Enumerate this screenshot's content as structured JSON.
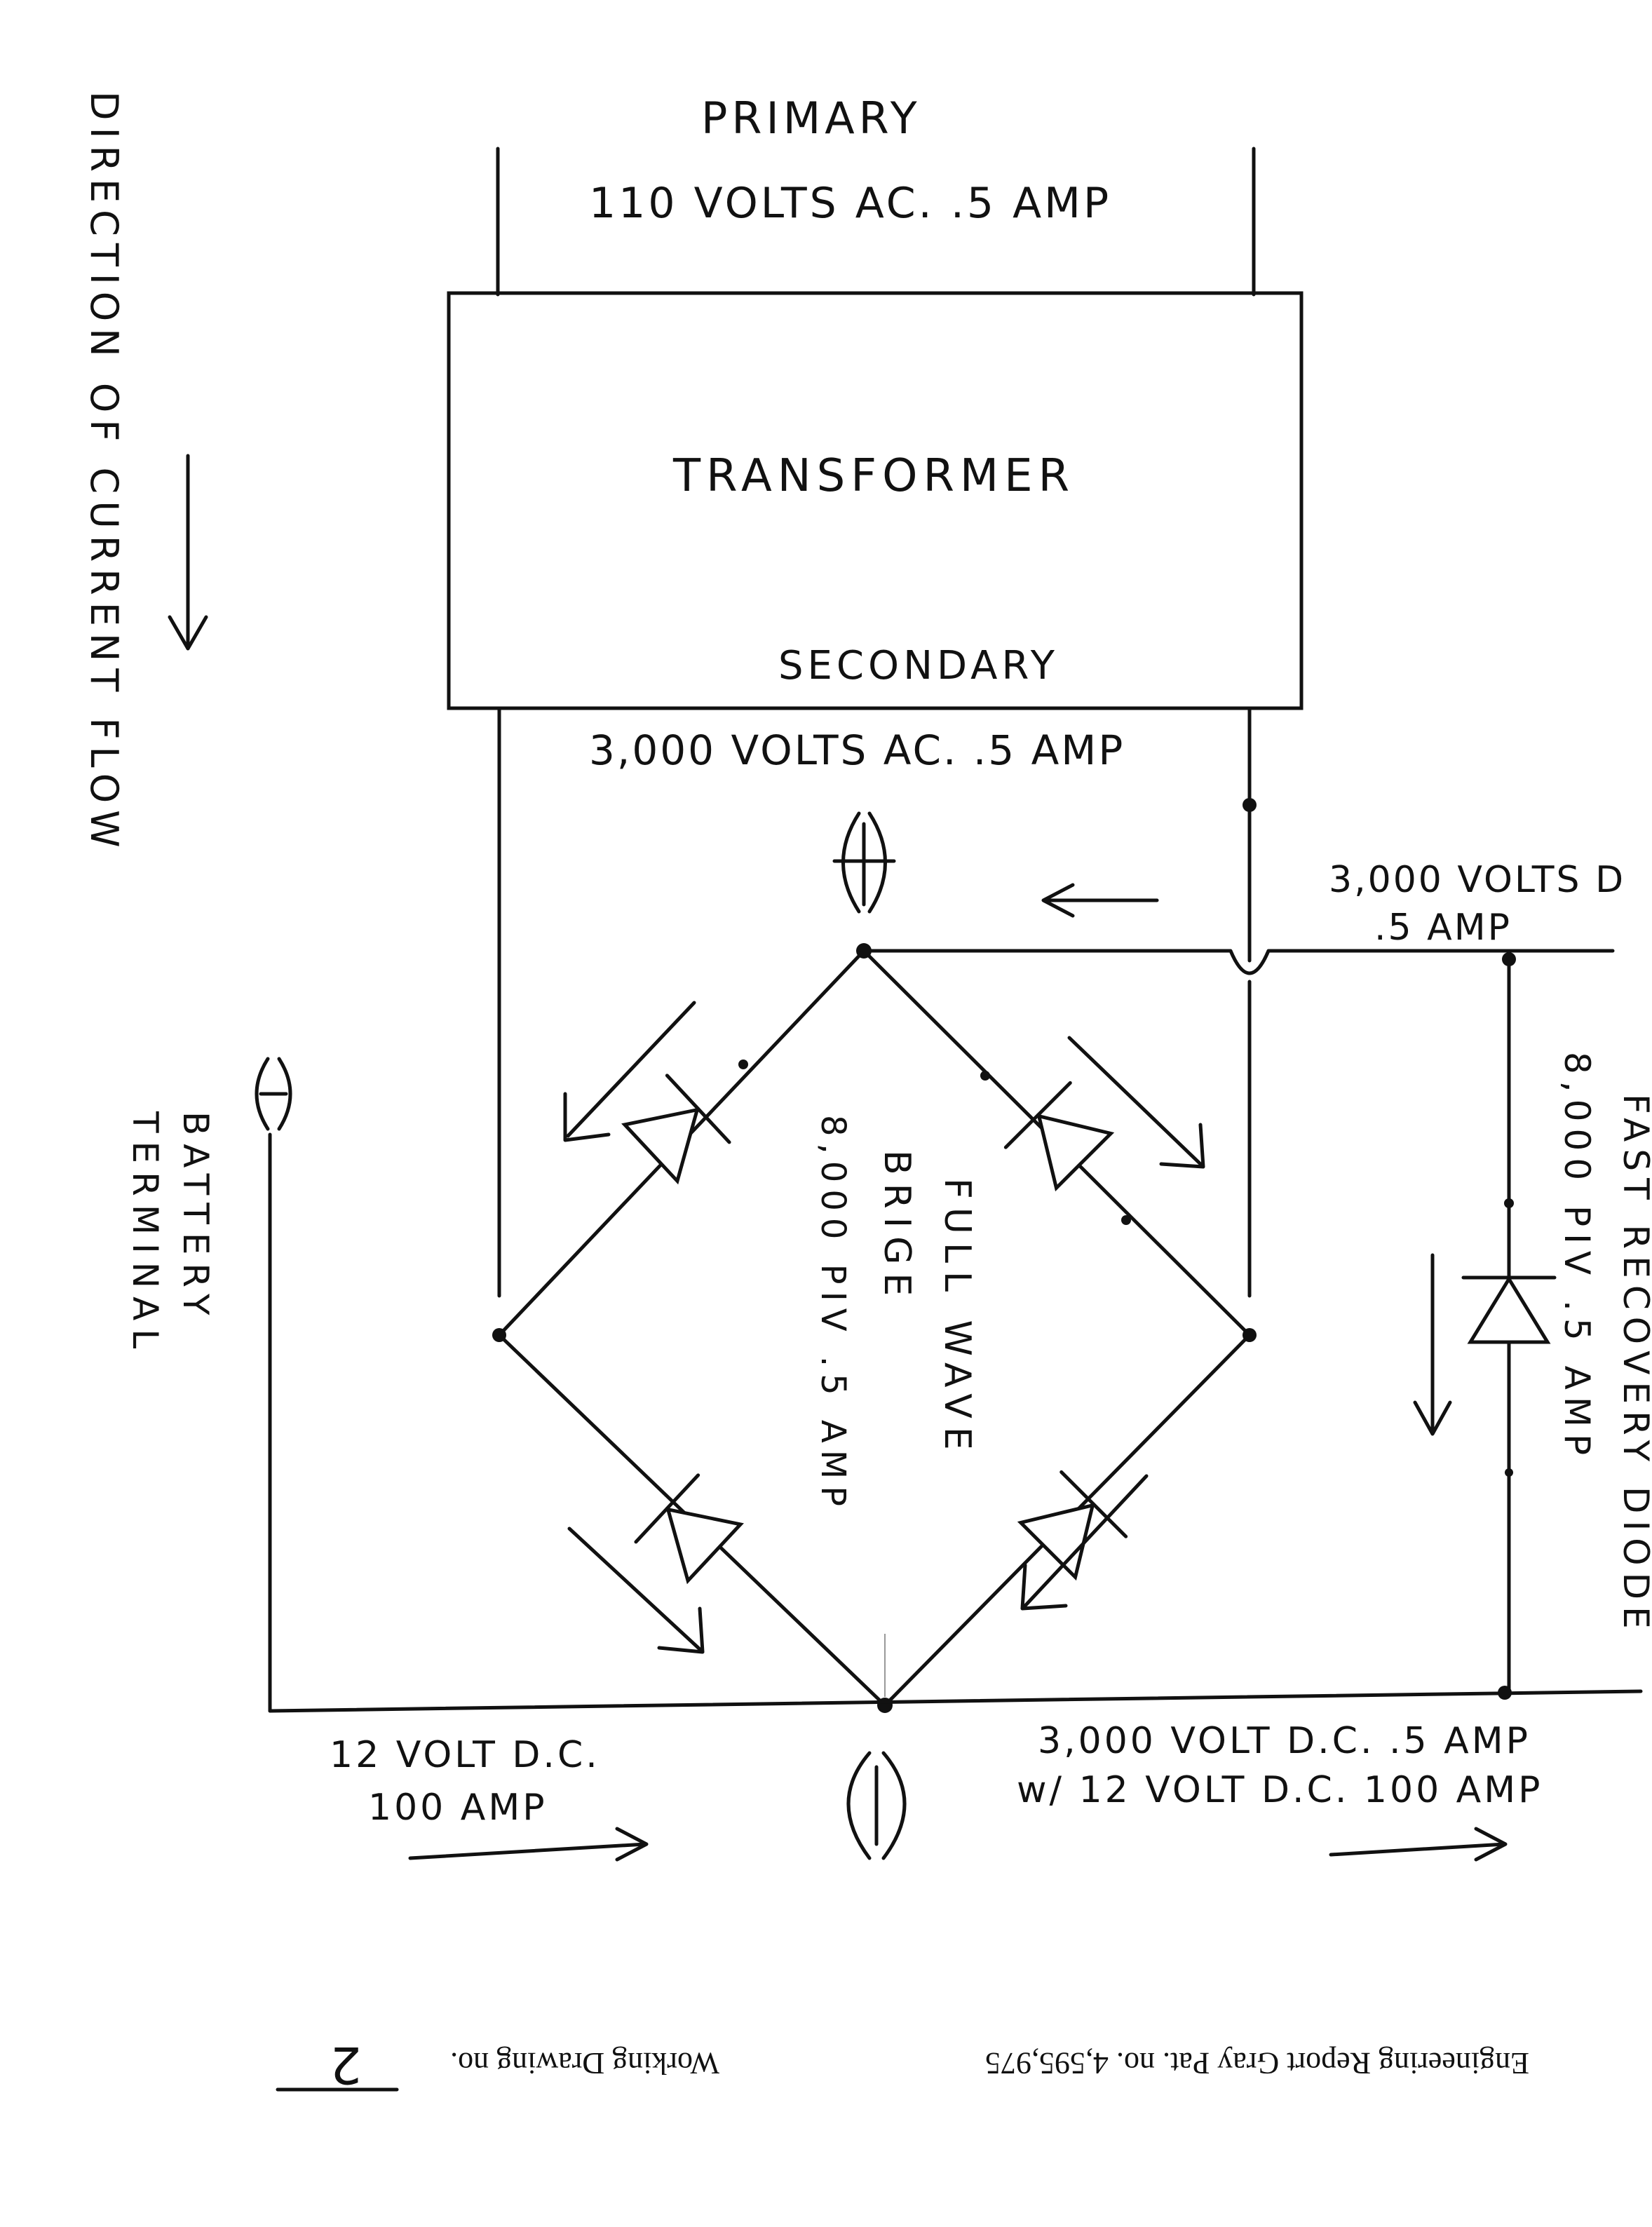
{
  "drawing": {
    "primary": {
      "title": "PRIMARY",
      "rating": "110 VOLTS AC.  .5 AMP"
    },
    "transformer": {
      "label": "TRANSFORMER",
      "secondary_label": "SECONDARY"
    },
    "secondary_rating": "3,000 VOLTS AC.  .5 AMP",
    "direction_label": "DIRECTION OF CURRENT FLOW",
    "positive_symbol": "(+)",
    "negative_symbol": "(−)",
    "battery_terminal": {
      "symbol": "(−)",
      "line1": "BATTERY",
      "line2": "TERMINAL"
    },
    "bridge_label": {
      "line1": "FULL WAVE",
      "line2": "BRIGE",
      "line3": "8,000 PIV  .5 AMP"
    },
    "dc_output": {
      "line1": "3,000 VOLTS D",
      "line2": ".5 AMP"
    },
    "fast_diode": {
      "line1": "FAST RECOVERY DIODE",
      "line2": "8,000 PIV  .5 AMP"
    },
    "battery_input": {
      "line1": "12 VOLT  D.C.",
      "line2": "100 AMP"
    },
    "combined_output": {
      "line1": "3,000 VOLT  D.C.  .5 AMP",
      "line2": "w/ 12 VOLT  D.C.   100 AMP"
    },
    "footer": {
      "report": "Engineering Report Gray Pat. no. 4,595,975",
      "drawing_label": "Working Drawing no.",
      "drawing_number": "2"
    }
  }
}
